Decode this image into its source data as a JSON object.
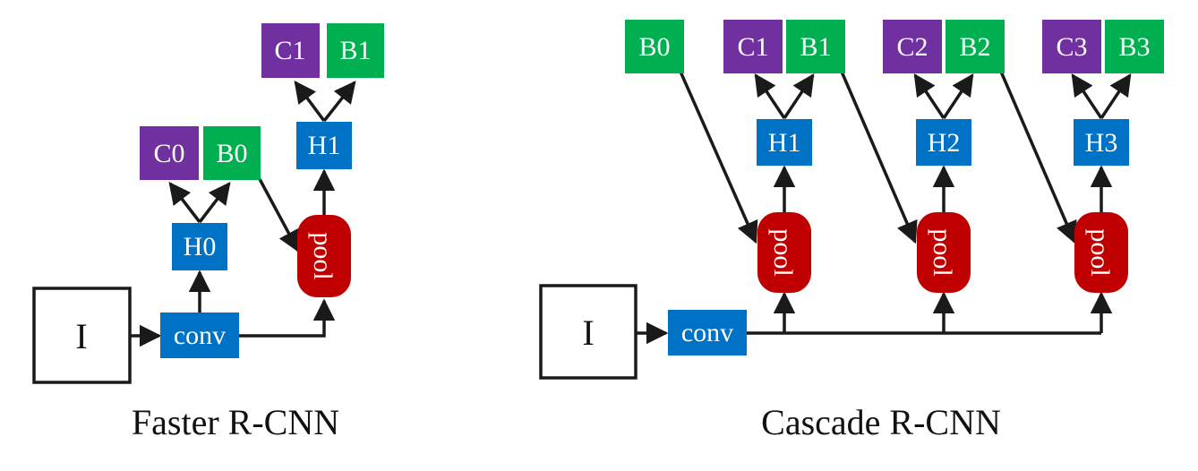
{
  "colors": {
    "blue": "#0072C6",
    "purple": "#7030A0",
    "green": "#00B050",
    "red": "#C00000",
    "edge": "#1a1a1a"
  },
  "faster": {
    "caption": "Faster R-CNN",
    "input": "I",
    "conv": "conv",
    "pool": "pool",
    "h0": "H0",
    "h1": "H1",
    "c0": "C0",
    "b0": "B0",
    "c1": "C1",
    "b1": "B1"
  },
  "cascade": {
    "caption": "Cascade R-CNN",
    "input": "I",
    "conv": "conv",
    "b0": "B0",
    "stages": [
      {
        "c": "C1",
        "b": "B1",
        "h": "H1",
        "pool": "pool"
      },
      {
        "c": "C2",
        "b": "B2",
        "h": "H2",
        "pool": "pool"
      },
      {
        "c": "C3",
        "b": "B3",
        "h": "H3",
        "pool": "pool"
      }
    ]
  }
}
